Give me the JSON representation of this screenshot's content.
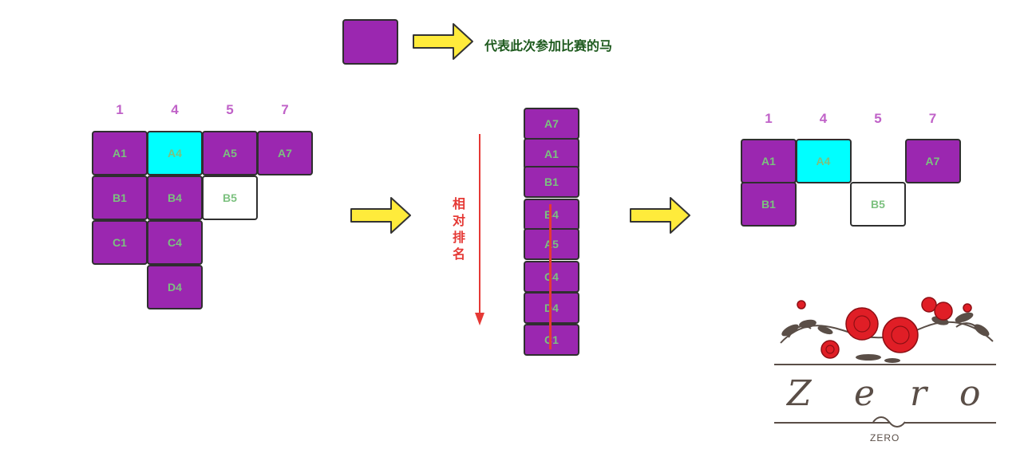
{
  "legend": {
    "text": "代表此次参加比赛的马",
    "swatch_color": "#9b27b0"
  },
  "colors": {
    "participant": "#9b27b0",
    "highlight": "#00ffff",
    "cell_text": "#7cc17f",
    "column_label": "#c062c8",
    "rank_arrow": "#e53935",
    "arrow_fill": "#ffeb3b"
  },
  "left_grid": {
    "columns": [
      "1",
      "4",
      "5",
      "7"
    ],
    "cells": [
      {
        "label": "A1",
        "col": 0,
        "row": 0,
        "style": "purple"
      },
      {
        "label": "A4",
        "col": 1,
        "row": 0,
        "style": "cyan"
      },
      {
        "label": "A5",
        "col": 2,
        "row": 0,
        "style": "purple"
      },
      {
        "label": "A7",
        "col": 3,
        "row": 0,
        "style": "purple"
      },
      {
        "label": "B1",
        "col": 0,
        "row": 1,
        "style": "purple"
      },
      {
        "label": "B4",
        "col": 1,
        "row": 1,
        "style": "purple"
      },
      {
        "label": "B5",
        "col": 2,
        "row": 1,
        "style": "white"
      },
      {
        "label": "C1",
        "col": 0,
        "row": 2,
        "style": "purple"
      },
      {
        "label": "C4",
        "col": 1,
        "row": 2,
        "style": "purple"
      },
      {
        "label": "D4",
        "col": 1,
        "row": 3,
        "style": "purple"
      }
    ]
  },
  "ranking": {
    "label": [
      "相",
      "对",
      "排",
      "名"
    ],
    "stack": [
      "A7",
      "A1",
      "B1",
      "B4",
      "A5",
      "C4",
      "D4",
      "C1"
    ]
  },
  "right_grid": {
    "columns": [
      "1",
      "4",
      "5",
      "7"
    ],
    "cells": [
      {
        "label": "A1",
        "col": 0,
        "row": 0,
        "style": "purple"
      },
      {
        "label": "A4",
        "col": 1,
        "row": 0,
        "style": "cyan"
      },
      {
        "label": "A7",
        "col": 3,
        "row": 0,
        "style": "purple"
      },
      {
        "label": "B1",
        "col": 0,
        "row": 1,
        "style": "purple"
      },
      {
        "label": "B5",
        "col": 2,
        "row": 1,
        "style": "white"
      }
    ]
  },
  "logo": {
    "letters": [
      "Z",
      "e",
      "r",
      "o"
    ],
    "subtitle": "ZERO"
  }
}
